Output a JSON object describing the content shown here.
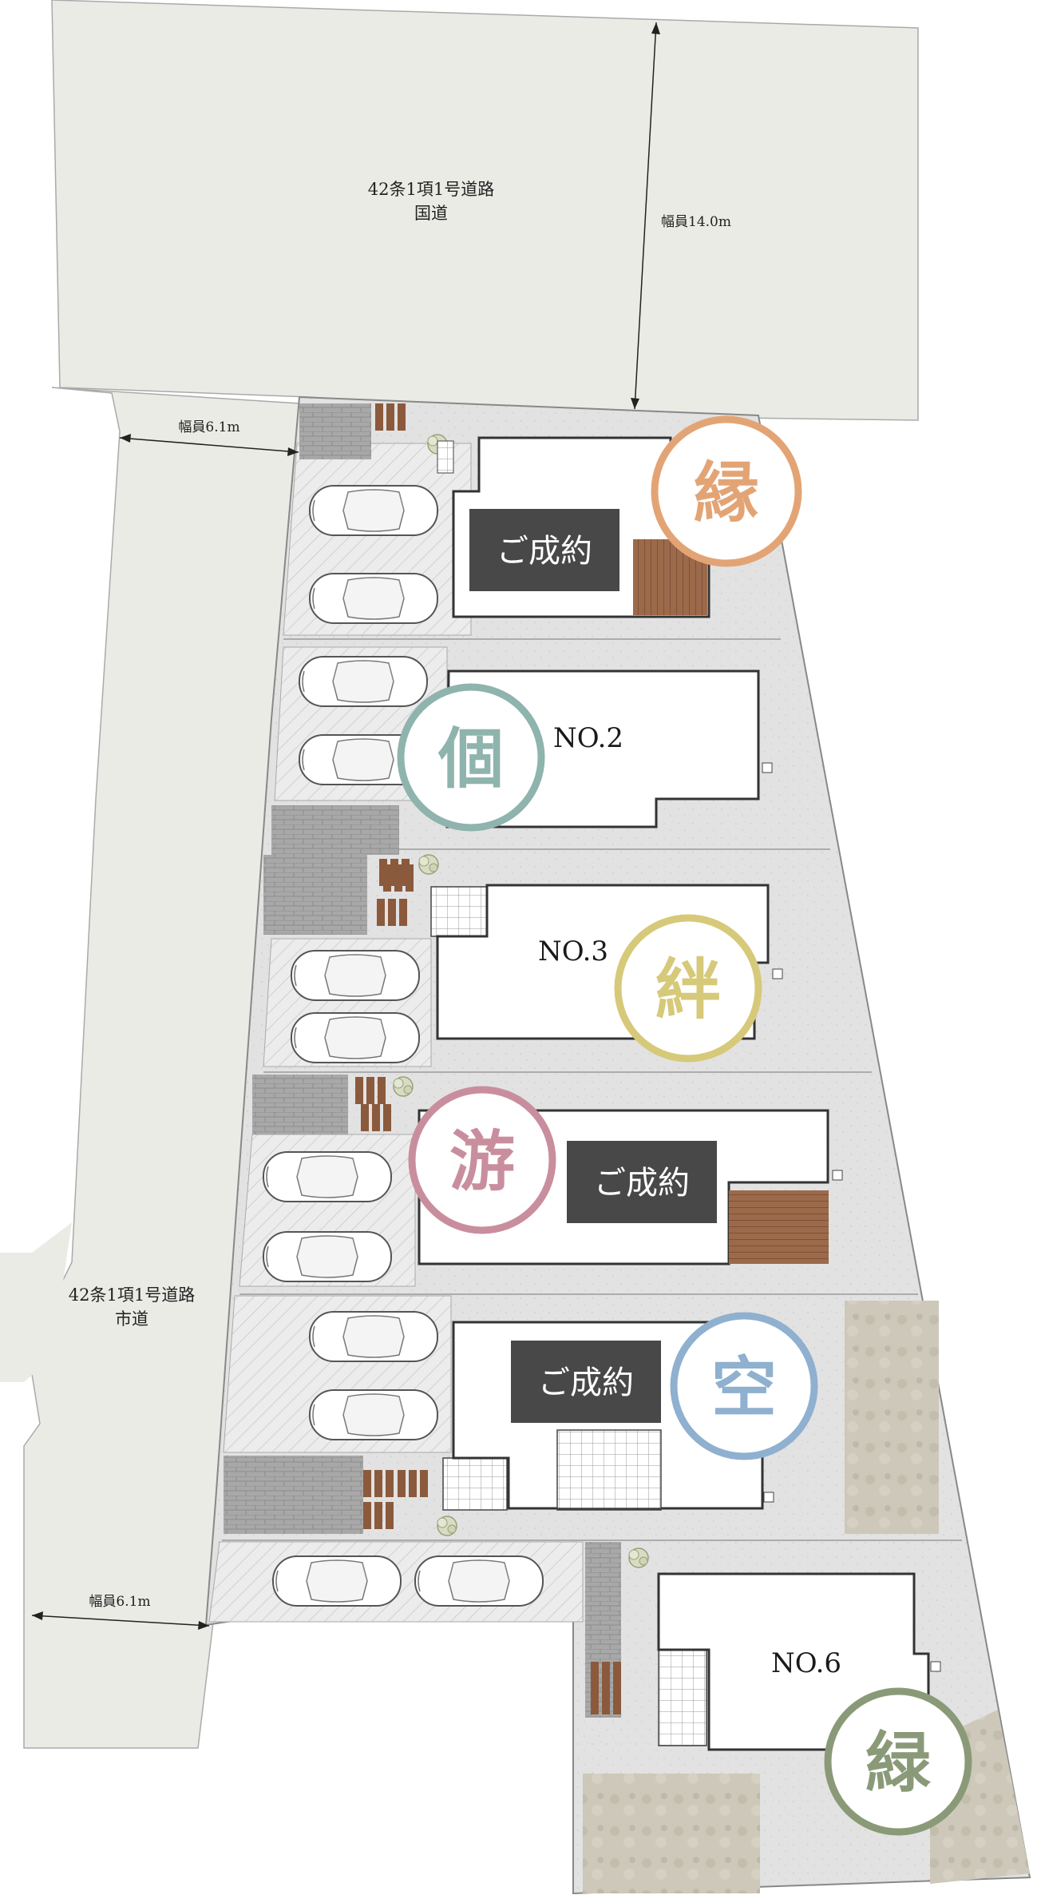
{
  "roads": {
    "national": {
      "line1": "42条1項1号道路",
      "line2": "国道",
      "width": "幅員14.0m"
    },
    "city": {
      "line1": "42条1項1号道路",
      "line2": "市道"
    },
    "width_top": "幅員6.1m",
    "width_bottom": "幅員6.1m"
  },
  "lots": [
    {
      "id": 1,
      "kanji": "縁",
      "color": "#e3a475",
      "status": "ご成約",
      "label": ""
    },
    {
      "id": 2,
      "kanji": "個",
      "color": "#8fb3ad",
      "status": "",
      "label": "NO.2"
    },
    {
      "id": 3,
      "kanji": "絆",
      "color": "#d6c979",
      "status": "",
      "label": "NO.3"
    },
    {
      "id": 4,
      "kanji": "游",
      "color": "#c98e9e",
      "status": "ご成約",
      "label": ""
    },
    {
      "id": 5,
      "kanji": "空",
      "color": "#8fb0cf",
      "status": "ご成約",
      "label": ""
    },
    {
      "id": 6,
      "kanji": "緑",
      "color": "#8a9a78",
      "status": "",
      "label": "NO.6"
    }
  ],
  "colors": {
    "road": "#ebebe6",
    "site": "#dcdcdc",
    "building": "#ffffff",
    "sold_badge": "#484848",
    "wood_deck": "#9c6a4a",
    "garden": "#c9c4b5"
  }
}
